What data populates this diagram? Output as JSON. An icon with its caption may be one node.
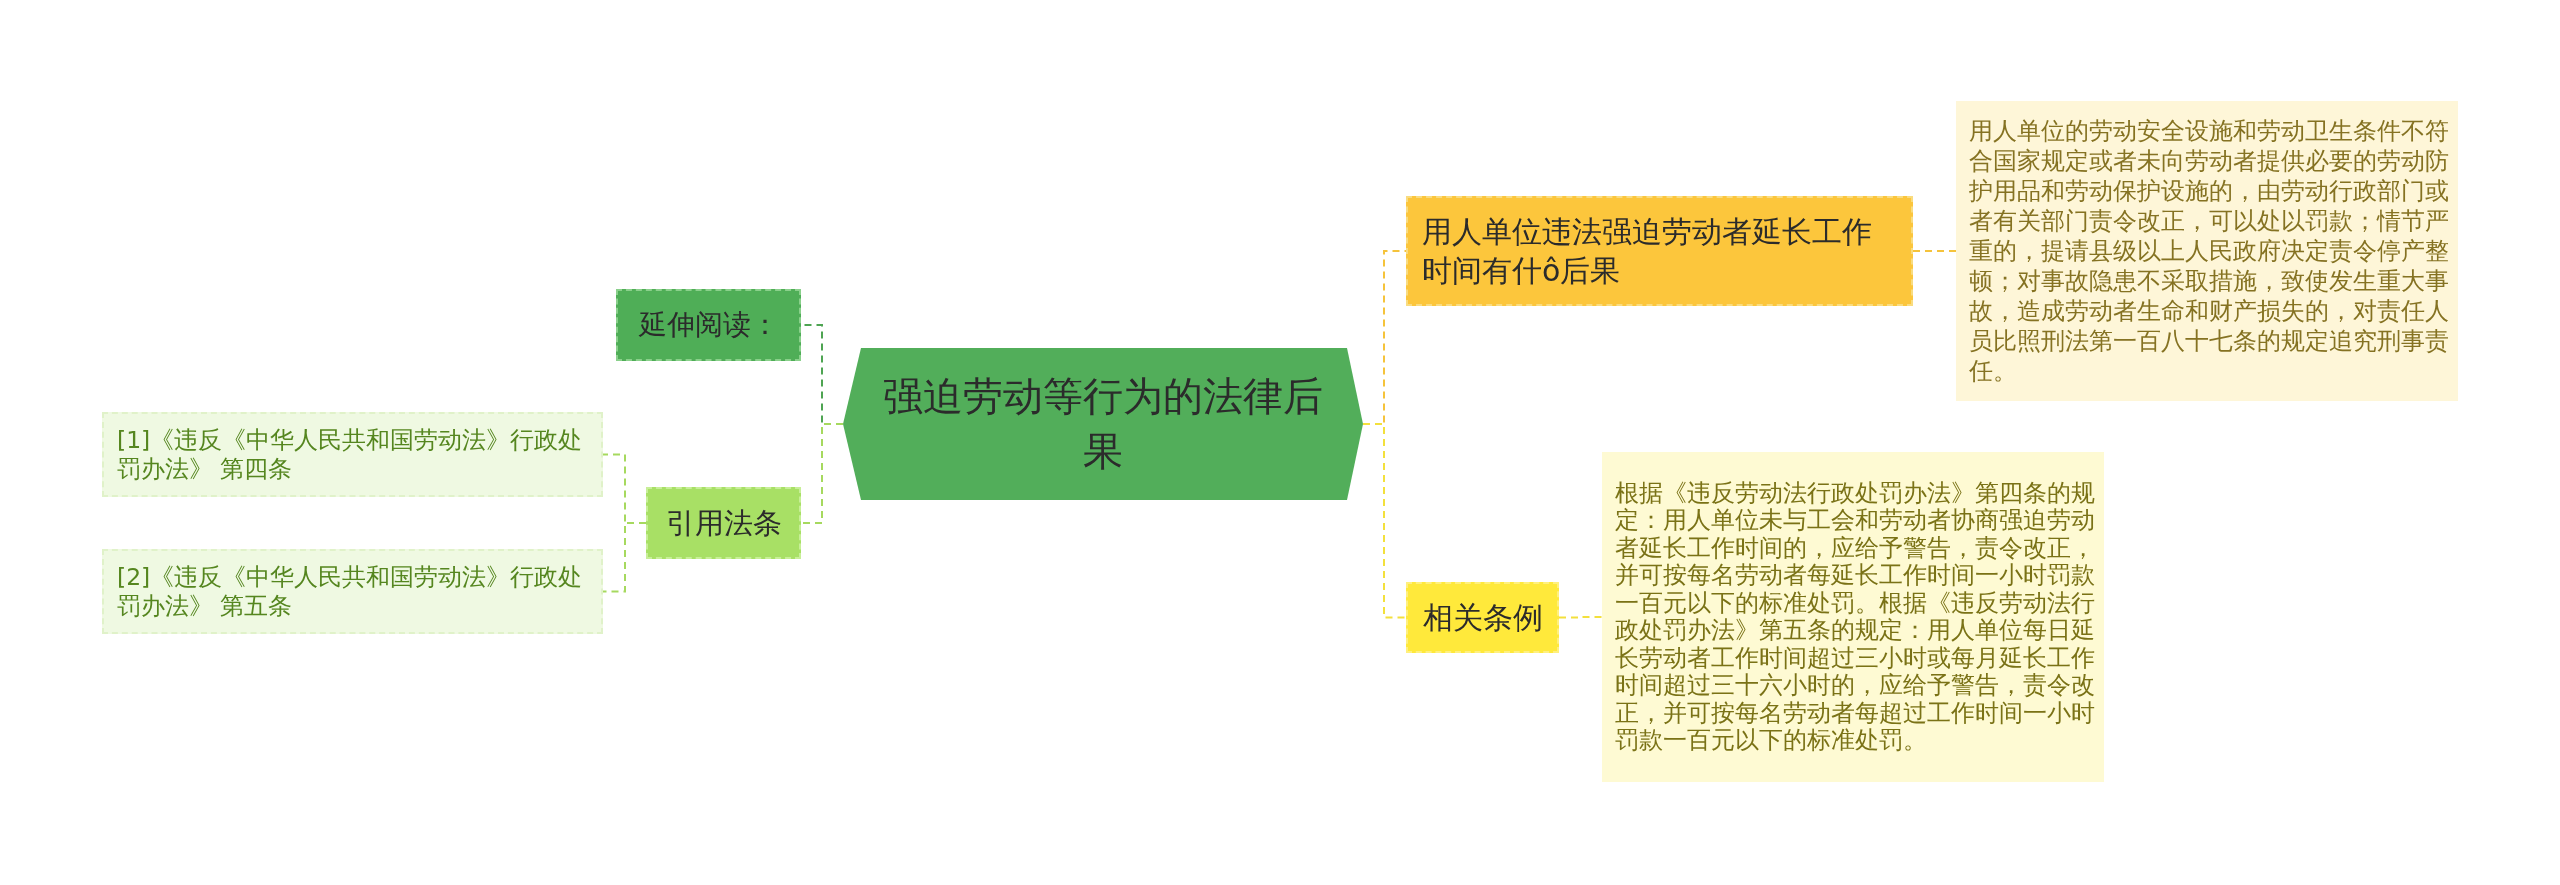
{
  "diagram": {
    "nodes": [
      {
        "text": [
          "强迫劳动等行为的法律后果"
        ]
      },
      {
        "text": [
          "延伸阅读："
        ]
      },
      {
        "text": [
          "引用法条"
        ]
      },
      {
        "text": [
          "[1]《违反《中华人民共和国劳动法》行政处罚办法》 第四条"
        ]
      },
      {
        "text": [
          "[2]《违反《中华人民共和国劳动法》行政处罚办法》 第五条"
        ]
      },
      {
        "text": [
          "用人单位违法强迫劳动者延长工作时间有什ô后果"
        ]
      },
      {
        "text": [
          "用人单位的劳动安全设施和劳动卫生条件不符合国家规定或者未向劳动者提供必要的劳动防护用品和劳动保护设施的，由劳动行政部门或者有关部门责令改正，可以处以罚款；情节严重的，提请县级以上人民政府决定责令停产整顿；对事故隐患不采取措施，致使发生重大事故，造成劳动者生命和财产损失的，对责任人员比照刑法第一百八十七条的规定追究刑事责任。"
        ]
      },
      {
        "text": [
          "相关条例"
        ]
      },
      {
        "text": [
          "根据《违反劳动法行政处罚办法》第四条的规定：用人单位未与工会和劳动者协商强迫劳动者延长工作时间的，应给予警告，责令改正，并可按每名劳动者每延长工作时间一小时罚款一百元以下的标准处罚。根据《违反劳动法行政处罚办法》第五条的规定：用人单位每日延长劳动者工作时间超过三小时或每月延长工作时间超过三十六小时的，应给予警告，责令改正，并可按每名劳动者每超过工作时间一小时罚款一百元以下的标准处罚。"
        ]
      }
    ],
    "edges": [
      {
        "from": 0,
        "to": 1,
        "arrow": "none",
        "style": "dashed",
        "color": "#4ea452"
      },
      {
        "from": 0,
        "to": 2,
        "arrow": "none",
        "style": "dashed"
      },
      {
        "from": 2,
        "to": 3,
        "arrow": "none",
        "style": "dashed"
      },
      {
        "from": 2,
        "to": 4,
        "arrow": "none",
        "style": "dashed"
      },
      {
        "from": 0,
        "to": 5,
        "arrow": "none",
        "style": "dashed",
        "color": "#f5c33b"
      },
      {
        "from": 5,
        "to": 6,
        "arrow": "none",
        "style": "dashed",
        "color": "#f5c33b"
      },
      {
        "from": 0,
        "to": 7,
        "arrow": "none",
        "style": "dashed",
        "color": "#f3e03c"
      },
      {
        "from": 7,
        "to": 8,
        "arrow": "none",
        "style": "dashed",
        "color": "#f3e03c"
      }
    ]
  }
}
